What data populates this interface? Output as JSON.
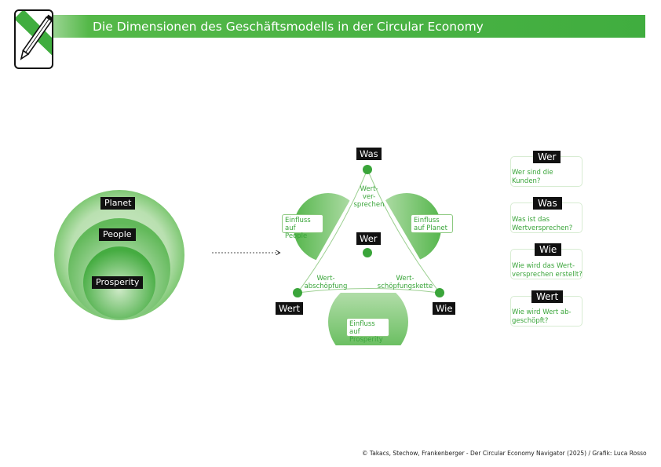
{
  "header": {
    "title": "Die Dimensionen des Geschäftsmodells in der Circular Economy"
  },
  "logo": {
    "icon": "pencil-icon"
  },
  "circles": {
    "labels": [
      "Planet",
      "People",
      "Prosperity"
    ]
  },
  "triangle": {
    "corners": {
      "top": "Was",
      "center": "Wer",
      "left": "Wert",
      "right": "Wie"
    },
    "edges": {
      "left_upper": "Wert-\nver-\nsprechen",
      "bottom_left": "Wert-\nabschöpfung",
      "bottom_right": "Wert-\nschöpfungskette"
    },
    "impacts": {
      "people": "Einfluss auf\nPeople",
      "planet": "Einfluss\nauf Planet",
      "prosperity": "Einfluss auf\nProsperity"
    }
  },
  "questions": [
    {
      "tag": "Wer",
      "text": "Wer sind die\nKunden?"
    },
    {
      "tag": "Was",
      "text": "Was ist das\nWertversprechen?"
    },
    {
      "tag": "Wie",
      "text": "Wie wird das Wert-\nversprechen erstellt?"
    },
    {
      "tag": "Wert",
      "text": "Wie wird Wert ab-\ngeschöpft?"
    }
  ],
  "footer": {
    "credit": "© Takacs, Stechow, Frankenberger - Der Circular Economy Navigator (2025) / Grafik: Luca Rosso"
  },
  "colors": {
    "accent": "#40ad3f",
    "light": "#e6f3e2",
    "text_green": "#3aa53a"
  }
}
